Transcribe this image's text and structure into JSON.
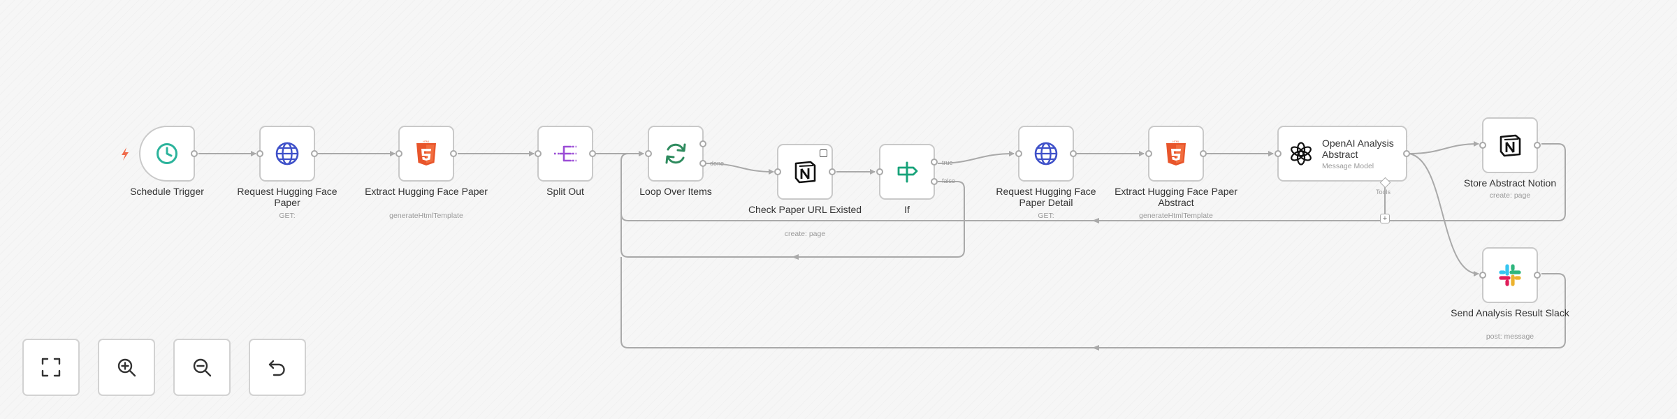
{
  "colors": {
    "edge": "#a9a9a9",
    "node_border": "#c9c9c9",
    "schedule": "#2bb39b",
    "globe": "#3f51c9",
    "html5": "#e8552b",
    "split": "#9b4dd6",
    "loop": "#2e8b5e",
    "if": "#18a37a",
    "trigger_bolt": "#ef6a4b"
  },
  "nodes": {
    "schedule_trigger": {
      "label": "Schedule Trigger",
      "icon": "clock-icon"
    },
    "request_paper": {
      "label": "Request Hugging Face Paper",
      "sub": "GET: ",
      "icon": "globe-icon"
    },
    "extract_paper": {
      "label": "Extract Hugging Face Paper",
      "sub": "generateHtmlTemplate",
      "icon": "html5-icon"
    },
    "split_out": {
      "label": "Split Out",
      "icon": "split-icon"
    },
    "loop_over_items": {
      "label": "Loop Over Items",
      "icon": "loop-icon",
      "port_done": "done"
    },
    "check_paper": {
      "label": "Check Paper URL Existed",
      "sub": "create: page",
      "icon": "notion-icon"
    },
    "if": {
      "label": "If",
      "icon": "signpost-icon",
      "port_true": "true",
      "port_false": "false"
    },
    "request_detail": {
      "label": "Request Hugging Face Paper Detail",
      "sub": "GET: ",
      "icon": "globe-icon"
    },
    "extract_abstract": {
      "label": "Extract Hugging Face Paper Abstract",
      "sub": "generateHtmlTemplate",
      "icon": "html5-icon"
    },
    "openai": {
      "label": "OpenAI Analysis Abstract",
      "sub": "Message Model",
      "icon": "openai-icon",
      "port_tools": "Tools"
    },
    "store_notion": {
      "label": "Store Abstract Notion",
      "sub": "create: page",
      "icon": "notion-icon"
    },
    "send_slack": {
      "label": "Send Analysis Result Slack",
      "sub": "post: message",
      "icon": "slack-icon"
    }
  },
  "controls": {
    "fit_view": {
      "icon": "fit-view-icon"
    },
    "zoom_in": {
      "icon": "zoom-in-icon"
    },
    "zoom_out": {
      "icon": "zoom-out-icon"
    },
    "reset": {
      "icon": "undo-icon"
    }
  }
}
